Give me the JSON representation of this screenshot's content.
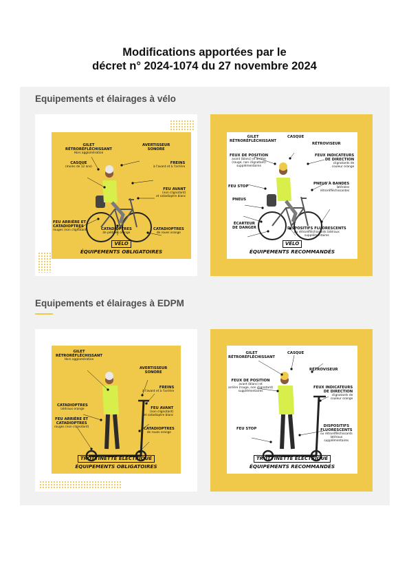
{
  "title": {
    "line1": "Modifications apportées par le",
    "line2": "décret n° 2024-1074 du 27 novembre 2024"
  },
  "sections": [
    {
      "title": "Equipements et élairages à vélo"
    },
    {
      "title": "Equipements et élairages à EDPM"
    }
  ],
  "colors": {
    "yellow": "#f1c94a",
    "panel": "#f1f1f1",
    "ink": "#111111"
  },
  "cards": {
    "velo_obligatoires": {
      "footer_line1": "VÉLO",
      "footer_line2": "ÉQUIPEMENTS OBLIGATOIRES",
      "labels": {
        "gilet_h1": "GILET",
        "gilet_h2": "RÉTRORÉFLÉCHISSANT",
        "gilet_s": "Hors agglomération",
        "avert_h1": "AVERTISSEUR",
        "avert_h2": "SONORE",
        "casque_h": "CASQUE",
        "casque_s": "(moins de 12 ans)",
        "freins_h": "FREINS",
        "freins_s": "à l'avant et à l'arrière",
        "feuavant_h": "FEU AVANT",
        "feuavant_s1": "(non clignotant)",
        "feuavant_s2": "et catadioptre blanc",
        "feuarr_h1": "FEU ARRIÈRE ET",
        "feuarr_h2": "CATADIOPTRES",
        "feuarr_s": "rouges (non clignotant)",
        "catped_h": "CATADIOPTRES",
        "catped_s": "de pédales orange",
        "catroues_h": "CATADIOPTRES",
        "catroues_s": "de roues orange"
      }
    },
    "velo_recommandes": {
      "footer_line1": "VÉLO",
      "footer_line2": "ÉQUIPEMENTS RECOMMANDÉS",
      "labels": {
        "gilet_h1": "GILET",
        "gilet_h2": "RÉTRORÉFLÉCHISSANT",
        "casque_h": "CASQUE",
        "retro_h": "RÉTROVISEUR",
        "feuxpos_h": "FEUX DE POSITION",
        "feuxpos_s1": "avant (blanc) et arrière",
        "feuxpos_s2": "(rouge, non clignotant)",
        "feuxpos_s3": "supplémentaires",
        "feuxind_h1": "FEUX INDICATEURS",
        "feuxind_h2": "DE DIRECTION",
        "feuxind_s1": "clignotants de",
        "feuxind_s2": "couleur orange",
        "feustop_h": "FEU STOP",
        "pneus_h": "PNEUS",
        "pneusbandes_h": "PNEUS À BANDES",
        "pneusbandes_s1": "latérales",
        "pneusbandes_s2": "rétroréfléchissantes",
        "ecarteur_h1": "ÉCARTEUR",
        "ecarteur_h2": "DE DANGER",
        "dispo_h": "DISPOSITIFS FLUORESCENTS",
        "dispo_s1": "ou rétroréfléchissants latéraux",
        "dispo_s2": "supplémentaires"
      }
    },
    "trott_obligatoires": {
      "footer_line1": "TROTTINETTE ÉLECTRIQUE",
      "footer_line2": "ÉQUIPEMENTS OBLIGATOIRES",
      "labels": {
        "gilet_h1": "GILET",
        "gilet_h2": "RÉTRORÉFLÉCHISSANT",
        "gilet_s": "Hors agglomération",
        "avert_h1": "AVERTISSEUR",
        "avert_h2": "SONORE",
        "freins_h": "FREINS",
        "freins_s": "à l'avant et à l'arrière",
        "catlat_h": "CATADIOPTRES",
        "catlat_s": "latéraux orange",
        "feuavant_h": "FEU AVANT",
        "feuavant_s1": "(non clignotant)",
        "feuavant_s2": "et catadioptre blanc",
        "feuarr_h1": "FEU ARRIÈRE ET",
        "feuarr_h2": "CATADIOPTRES",
        "feuarr_s": "rouges (non clignotant)",
        "catroues_h": "CATADIOPTRES",
        "catroues_s": "de roues orange"
      }
    },
    "trott_recommandes": {
      "footer_line1": "TROTTINETTE ÉLECTRIQUE",
      "footer_line2": "ÉQUIPEMENTS RECOMMANDÉS",
      "labels": {
        "gilet_h1": "GILET",
        "gilet_h2": "RÉTRORÉFLÉCHISSANT",
        "casque_h": "CASQUE",
        "retro_h": "RÉTROVISEUR",
        "feuxpos_h": "FEUX DE POSITION",
        "feuxpos_s1": "avant (blanc) et",
        "feuxpos_s2": "arrière (rouge, non clignotant)",
        "feuxpos_s3": "supplémentaires",
        "feuxind_h1": "FEUX INDICATEURS",
        "feuxind_h2": "DE DIRECTION",
        "feuxind_s1": "clignotants de",
        "feuxind_s2": "couleur orange",
        "feustop_h": "FEU STOP",
        "dispo_h1": "DISPOSITIFS",
        "dispo_h2": "FLUORESCENTS",
        "dispo_s1": "ou rétroréfléchissants",
        "dispo_s2": "latéraux",
        "dispo_s3": "supplémentaires"
      }
    }
  }
}
